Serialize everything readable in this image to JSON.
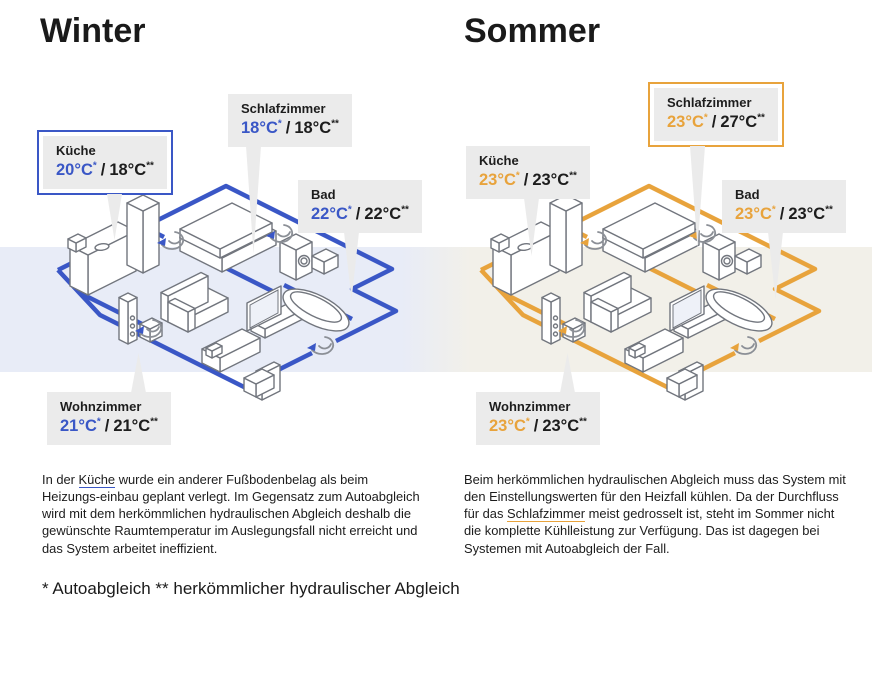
{
  "panels": [
    {
      "id": "winter",
      "title": "Winter",
      "accent": "#3a57c6",
      "rooms": [
        {
          "key": "kueche",
          "name": "Küche",
          "temp_auto": "20°C",
          "temp_conventional": "18°C",
          "highlight": true
        },
        {
          "key": "schlafzimmer",
          "name": "Schlafzimmer",
          "temp_auto": "18°C",
          "temp_conventional": "18°C",
          "highlight": false
        },
        {
          "key": "bad",
          "name": "Bad",
          "temp_auto": "22°C",
          "temp_conventional": "22°C",
          "highlight": false
        },
        {
          "key": "wohnzimmer",
          "name": "Wohnzimmer",
          "temp_auto": "21°C",
          "temp_conventional": "21°C",
          "highlight": false
        }
      ],
      "description": {
        "pre": "In der ",
        "link": "Küche",
        "post": " wurde ein anderer Fußbodenbelag als beim Heizungs-einbau geplant verlegt. Im Gegensatz zum Autoabgleich wird mit dem herkömmlichen hydraulischen Abgleich deshalb die gewünschte Raumtemperatur im Auslegungsfall nicht erreicht und das System arbeitet ineffizient."
      }
    },
    {
      "id": "sommer",
      "title": "Sommer",
      "accent": "#e8a33c",
      "rooms": [
        {
          "key": "kueche",
          "name": "Küche",
          "temp_auto": "23°C",
          "temp_conventional": "23°C",
          "highlight": false
        },
        {
          "key": "schlafzimmer",
          "name": "Schlafzimmer",
          "temp_auto": "23°C",
          "temp_conventional": "27°C",
          "highlight": true
        },
        {
          "key": "bad",
          "name": "Bad",
          "temp_auto": "23°C",
          "temp_conventional": "23°C",
          "highlight": false
        },
        {
          "key": "wohnzimmer",
          "name": "Wohnzimmer",
          "temp_auto": "23°C",
          "temp_conventional": "23°C",
          "highlight": false
        }
      ],
      "description": {
        "pre": "Beim herkömmlichen hydraulischen Abgleich muss das System mit den Einstellungswerten für den Heizfall kühlen. Da der Durchfluss für das ",
        "link": "Schlafzimmer",
        "post": " meist gedrosselt ist, steht im Sommer nicht die komplette Kühlleistung zur Verfügung. Das ist dagegen bei Systemen mit Autoabgleich der Fall."
      }
    }
  ],
  "marks": {
    "auto": "*",
    "conventional": "**",
    "separator": "/"
  },
  "legend": "* Autoabgleich ** herkömmlicher hydraulischer Abgleich",
  "colors": {
    "winter_accent": "#3a57c6",
    "summer_accent": "#e8a33c",
    "label_background": "#ebebeb",
    "band_winter": "#e8ecf7",
    "band_summer": "#f2f0e9"
  }
}
